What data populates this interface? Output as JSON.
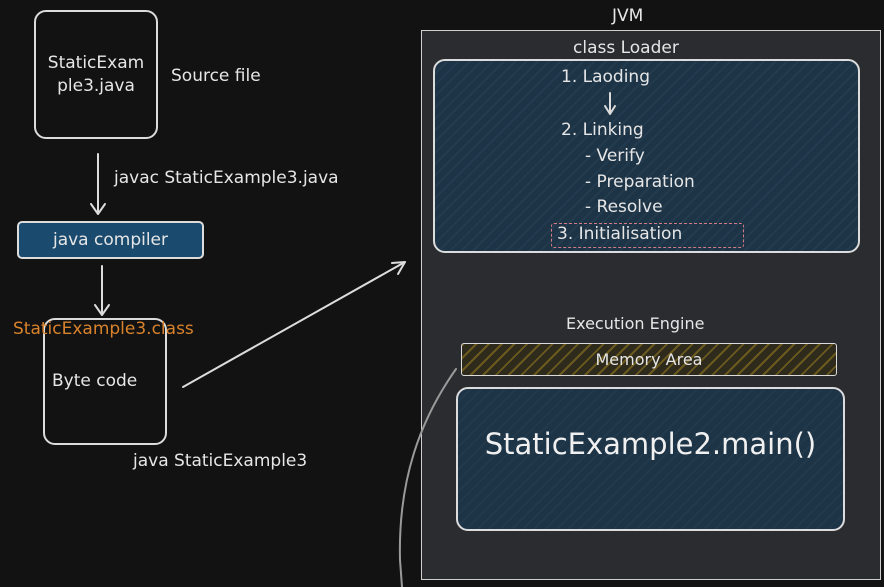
{
  "source": {
    "file_box_text": "StaticExample3.java",
    "file_line1": "StaticExam",
    "file_line2": "ple3.java",
    "file_caption": "Source file"
  },
  "compile": {
    "command": "javac StaticExample3.java",
    "compiler_label": "java compiler"
  },
  "bytecode": {
    "class_name": "StaticExample3.class",
    "box_label": "Byte code",
    "run_command": "java StaticExample3"
  },
  "jvm": {
    "title": "JVM",
    "class_loader": {
      "title": "class Loader",
      "step1": "1. Laoding",
      "step2": "2. Linking",
      "sub_verify": "- Verify",
      "sub_preparation": "- Preparation",
      "sub_resolve": "- Resolve",
      "step3": "3. Initialisation"
    },
    "execution_engine": {
      "title": "Execution Engine",
      "memory_area": "Memory Area",
      "stack_frame": "StaticExample2.main()"
    }
  },
  "colors": {
    "background": "#121212",
    "stroke": "#dcdcdc",
    "jvm_fill": "#2b2c2f",
    "blue_fill": "#1c3a52",
    "compiler_fill": "#1a4a6e",
    "class_orange": "#d9822b",
    "init_dashed": "#d27a86",
    "memory_hatch": "#6b5a1e"
  }
}
